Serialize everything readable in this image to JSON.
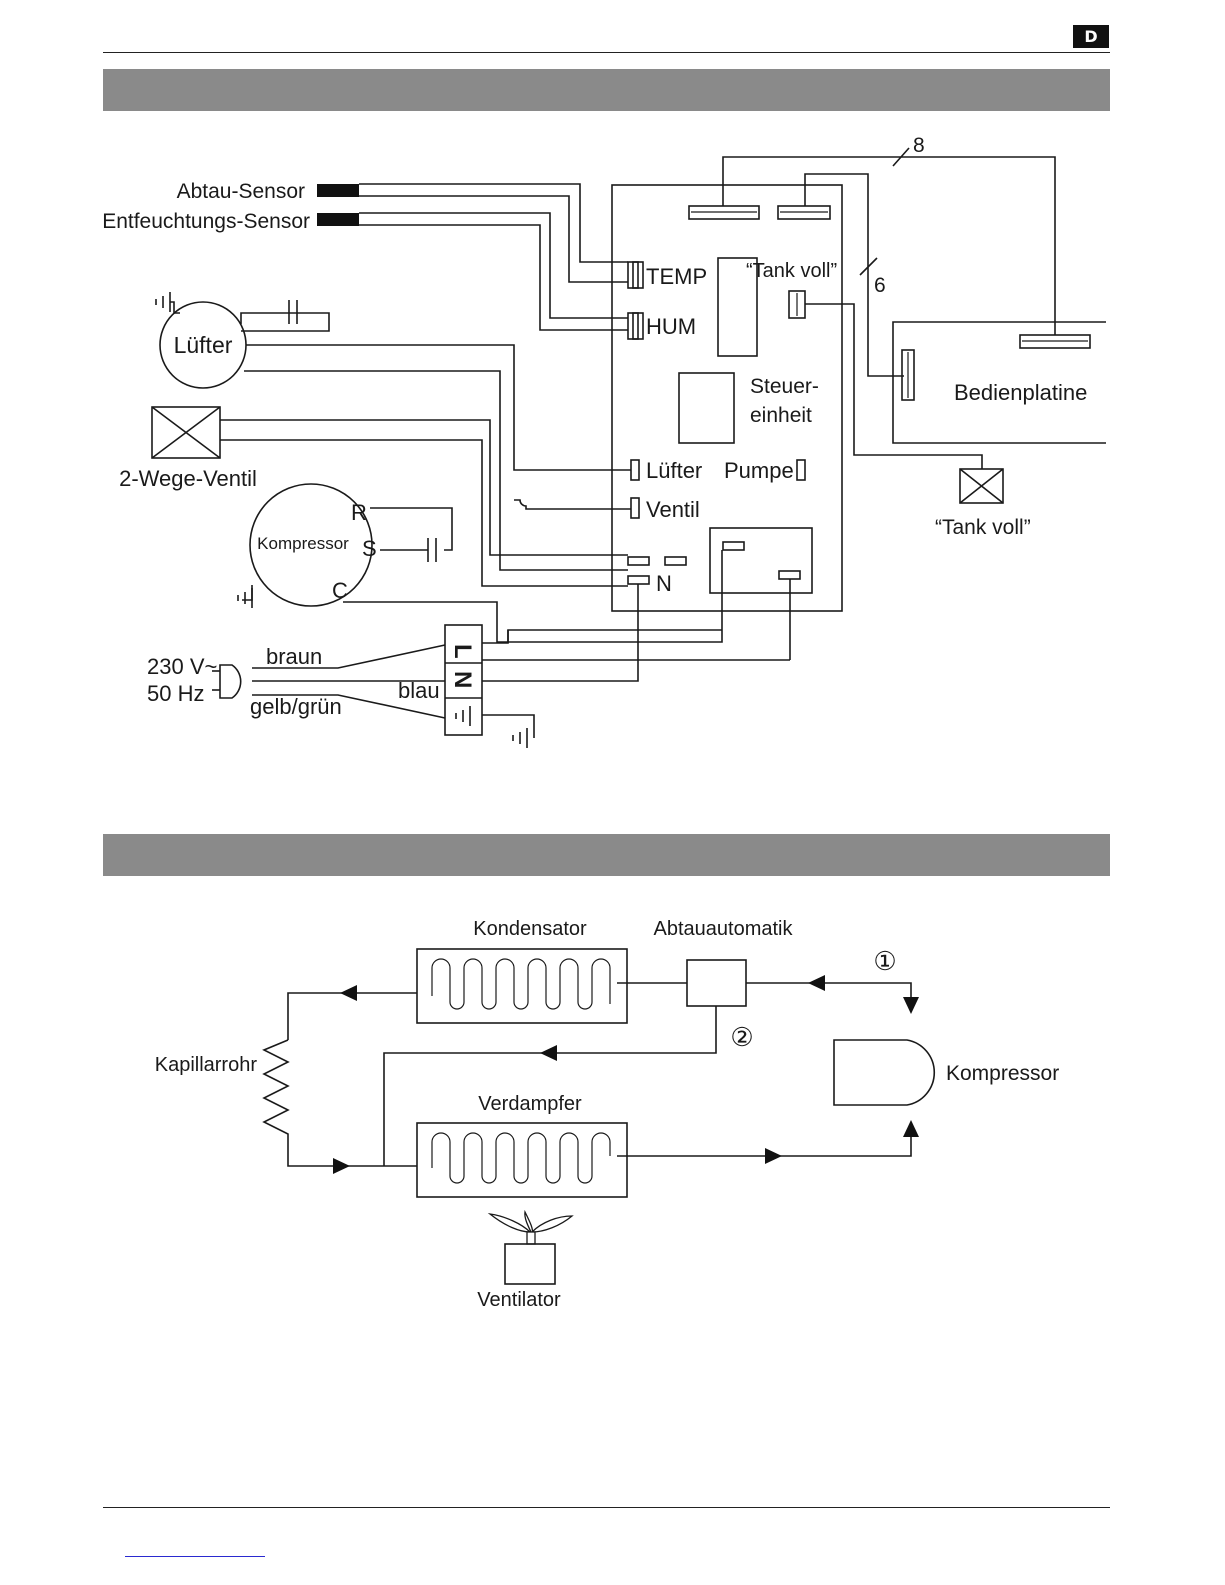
{
  "header": {
    "language_badge": "D"
  },
  "wiring": {
    "sensors": {
      "defrost": "Abtau-Sensor",
      "dehumid": "Entfeuchtungs-Sensor"
    },
    "fan": "Lüfter",
    "valve": "2-Wege-Ventil",
    "compressor": {
      "label": "Kompressor",
      "r": "R",
      "s": "S",
      "c": "C"
    },
    "supply": {
      "voltage": "230 V~",
      "freq": "50 Hz"
    },
    "wires": {
      "brown": "braun",
      "blue": "blau",
      "yellowgreen": "gelb/grün"
    },
    "terminals": {
      "l": "L",
      "n": "N"
    },
    "board": {
      "temp": "TEMP",
      "hum": "HUM",
      "tank_full": "“Tank voll”",
      "control_line1": "Steuer-",
      "control_line2": "einheit",
      "fan": "Lüfter",
      "pump": "Pumpe",
      "valve": "Ventil",
      "n": "N"
    },
    "bus_8": "8",
    "bus_6": "6",
    "panel": "Bedienplatine",
    "tank_switch": "“Tank voll”"
  },
  "refrigerant": {
    "condenser": "Kondensator",
    "defrost_auto": "Abtauautomatik",
    "marker_1": "①",
    "marker_2": "②",
    "capillary": "Kapillarrohr",
    "evaporator": "Verdampfer",
    "compressor": "Kompressor",
    "ventilator": "Ventilator"
  }
}
